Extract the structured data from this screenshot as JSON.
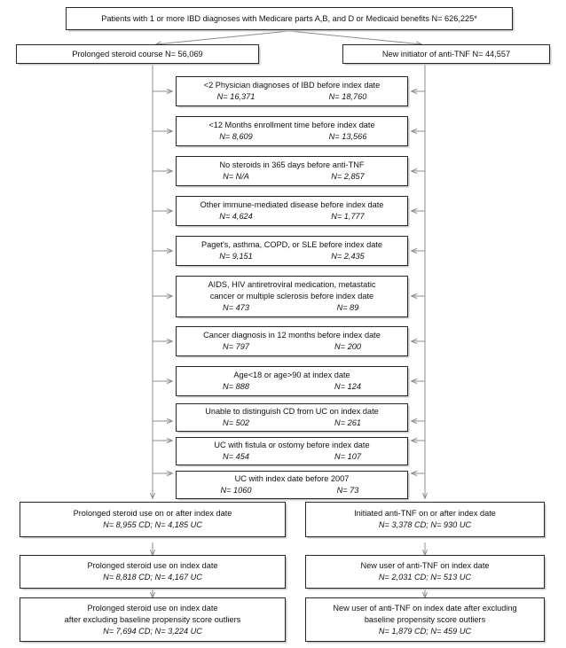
{
  "figure": {
    "type": "flow-diagram",
    "title": "Cohort selection flow diagram for IBD patients"
  },
  "top_box": {
    "line1": "Patients with 1 or more IBD diagnoses with Medicare parts A,B, and D or Medicaid benefits N= 626,225*"
  },
  "branches": {
    "left": "Prolonged steroid course N= 56,069",
    "right": "New initiator of anti-TNF N= 44,557"
  },
  "exclusions": [
    {
      "lines": [
        "<2 Physician diagnoses of IBD before index date"
      ],
      "left_n": "N= 16,371",
      "right_n": "N= 18,760"
    },
    {
      "lines": [
        "<12 Months enrollment time before index date"
      ],
      "left_n": "N= 8,609",
      "right_n": "N= 13,566"
    },
    {
      "lines": [
        "No steroids in 365 days before anti-TNF"
      ],
      "left_n": "N= N/A",
      "right_n": "N= 2,857"
    },
    {
      "lines": [
        "Other immune-mediated disease before index date"
      ],
      "left_n": "N= 4,624",
      "right_n": "N= 1,777"
    },
    {
      "lines": [
        "Paget's, asthma, COPD, or SLE before index date"
      ],
      "left_n": "N= 9,151",
      "right_n": "N= 2,435"
    },
    {
      "lines": [
        "AIDS, HIV antiretroviral medication, metastatic",
        "cancer or multiple sclerosis before index date"
      ],
      "left_n": "N= 473",
      "right_n": "N= 89"
    },
    {
      "lines": [
        "Cancer diagnosis in 12 months before index date"
      ],
      "left_n": "N= 797",
      "right_n": "N= 200"
    },
    {
      "lines": [
        "Age<18 or age>90 at index date"
      ],
      "left_n": "N= 888",
      "right_n": "N= 124"
    },
    {
      "lines": [
        "Unable to distinguish CD from UC on index date"
      ],
      "left_n": "N= 502",
      "right_n": "N= 261"
    },
    {
      "lines": [
        "UC with fistula or ostomy before index date"
      ],
      "left_n": "N= 454",
      "right_n": "N= 107"
    },
    {
      "lines": [
        "UC with index date before 2007"
      ],
      "left_n": "N= 1060",
      "right_n": "N= 73"
    }
  ],
  "results": {
    "left": [
      {
        "line1": "Prolonged steroid use on or after index date",
        "line2": "N= 8,955 CD; N= 4,185 UC"
      },
      {
        "line1": "Prolonged steroid use on index date",
        "line2": "N= 8,818 CD; N= 4,167 UC"
      },
      {
        "line1": "Prolonged steroid use on index date",
        "line2": "after excluding baseline propensity score outliers",
        "line3": "N= 7,694 CD; N= 3,224 UC"
      }
    ],
    "right": [
      {
        "line1": "Initiated anti-TNF on or after index date",
        "line2": "N= 3,378 CD; N= 930 UC"
      },
      {
        "line1": "New user of anti-TNF on index date",
        "line2": "N= 2,031 CD; N= 513 UC"
      },
      {
        "line1": "New user of anti-TNF on index date after excluding",
        "line2": "baseline propensity score outliers",
        "line3": "N= 1,879 CD; N= 459 UC"
      }
    ]
  },
  "colors": {
    "border": "#272727",
    "line": "#8c8c8c",
    "background": "#ffffff",
    "text": "#111111"
  }
}
